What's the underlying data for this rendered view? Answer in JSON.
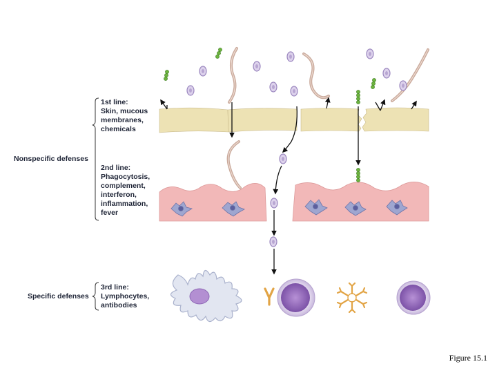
{
  "labels": {
    "nonspecific": "Nonspecific defenses",
    "specific": "Specific defenses",
    "line1": [
      "1st line:",
      "Skin, mucous",
      "membranes,",
      "chemicals"
    ],
    "line2": [
      "2nd line:",
      "Phagocytosis,",
      "complement,",
      "interferon,",
      "inflammation,",
      "fever"
    ],
    "line3": [
      "3rd line:",
      "Lymphocytes,",
      "antibodies"
    ]
  },
  "caption": "Figure 15.1",
  "colors": {
    "skin": "#ede2b4",
    "tissue": "#f2b8b8",
    "microbe": "#b8a6d2",
    "worm": "#c9a99b",
    "bacteria_chain": "#6db33f",
    "antibody": "#e2a445",
    "lymphocyte": "#8f66b5",
    "phagocyte": "#e2e6f1"
  }
}
